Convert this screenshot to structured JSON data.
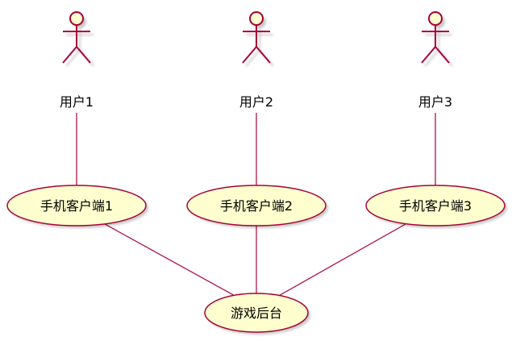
{
  "colors": {
    "stroke": "#A80036",
    "fill": "#FEFECE",
    "text": "#000000",
    "background": "#FFFFFF"
  },
  "actors": [
    {
      "id": "user1",
      "label": "用户1"
    },
    {
      "id": "user2",
      "label": "用户2"
    },
    {
      "id": "user3",
      "label": "用户3"
    }
  ],
  "usecases": [
    {
      "id": "client1",
      "label": "手机客户端1"
    },
    {
      "id": "client2",
      "label": "手机客户端2"
    },
    {
      "id": "client3",
      "label": "手机客户端3"
    },
    {
      "id": "backend",
      "label": "游戏后台"
    }
  ],
  "links": [
    {
      "from": "user1",
      "to": "client1"
    },
    {
      "from": "user2",
      "to": "client2"
    },
    {
      "from": "user3",
      "to": "client3"
    },
    {
      "from": "client1",
      "to": "backend"
    },
    {
      "from": "client2",
      "to": "backend"
    },
    {
      "from": "client3",
      "to": "backend"
    }
  ]
}
